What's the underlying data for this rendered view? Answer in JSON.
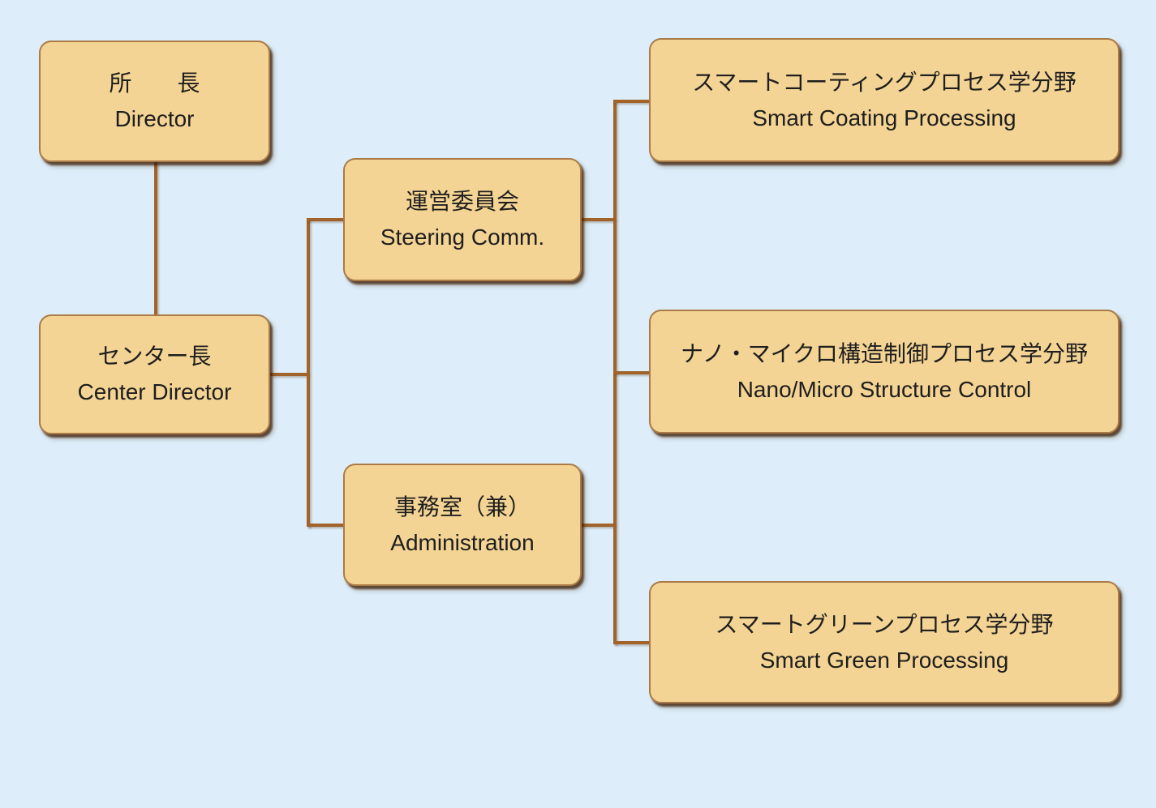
{
  "diagram": {
    "type": "org-chart",
    "background_color": "#ddeefa",
    "box_fill_color": "#f4d494",
    "box_border_color": "#ab7a46",
    "connector_color": "#a2632b",
    "text_color": "#1e1e1e"
  },
  "nodes": [
    {
      "id": "director",
      "jp": "所　　長",
      "en": "Director"
    },
    {
      "id": "center-director",
      "jp": "センター長",
      "en": "Center Director"
    },
    {
      "id": "steering",
      "jp": "運営委員会",
      "en": "Steering Comm."
    },
    {
      "id": "administration",
      "jp": "事務室（兼）",
      "en": "Administration"
    },
    {
      "id": "smart-coating",
      "jp": "スマートコーティングプロセス学分野",
      "en": "Smart Coating Processing"
    },
    {
      "id": "nano-micro",
      "jp": "ナノ・マイクロ構造制御プロセス学分野",
      "en": "Nano/Micro Structure Control"
    },
    {
      "id": "smart-green",
      "jp": "スマートグリーンプロセス学分野",
      "en": "Smart Green Processing"
    }
  ],
  "edges": [
    {
      "from": "director",
      "to": "center-director"
    },
    {
      "from": "center-director",
      "to": "steering"
    },
    {
      "from": "center-director",
      "to": "administration"
    },
    {
      "from": "steering",
      "to": "smart-coating"
    },
    {
      "from": "steering",
      "to": "nano-micro"
    },
    {
      "from": "administration",
      "to": "nano-micro"
    },
    {
      "from": "administration",
      "to": "smart-green"
    }
  ]
}
